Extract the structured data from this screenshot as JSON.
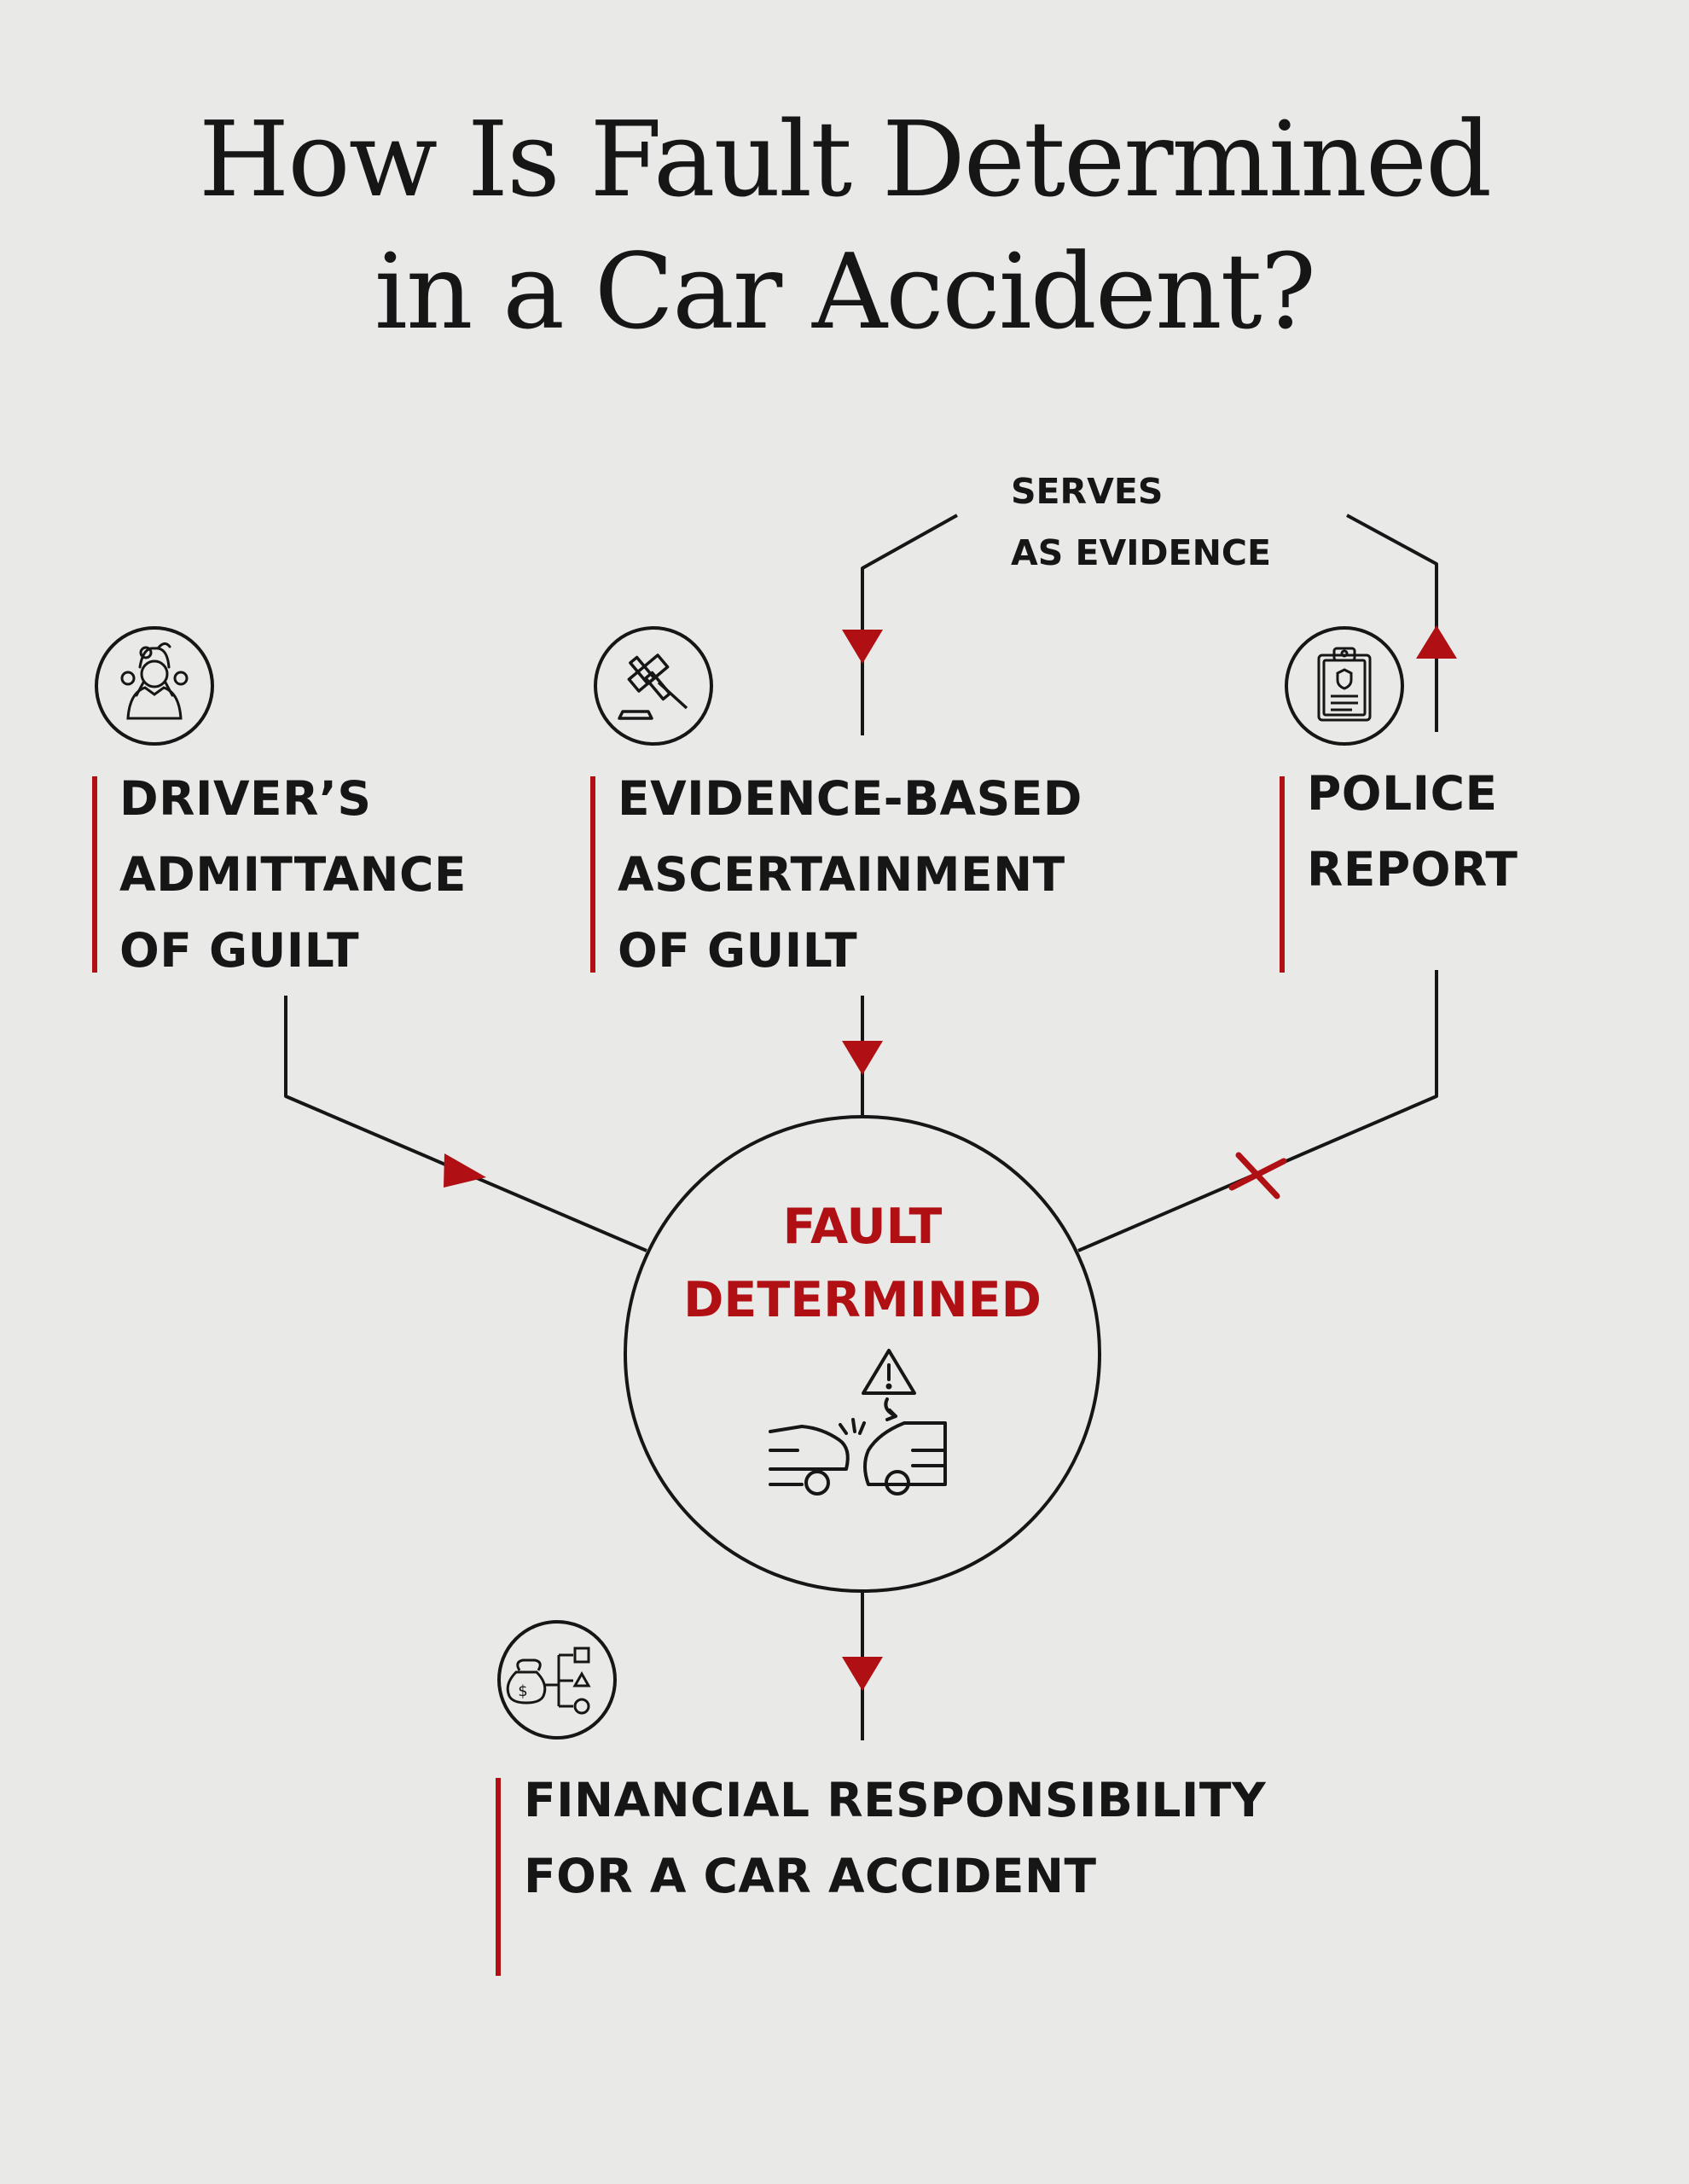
{
  "title": {
    "line1": "How Is Fault Determined",
    "line2": "in a Car Accident?"
  },
  "nodes": {
    "drivers_admittance": {
      "lines": [
        "DRIVER’S",
        "ADMITTANCE",
        "OF GUILT"
      ],
      "icon": "stressed-person-icon"
    },
    "evidence_based": {
      "lines": [
        "EVIDENCE-BASED",
        "ASCERTAINMENT",
        "OF GUILT"
      ],
      "icon": "gavel-icon"
    },
    "police_report": {
      "lines": [
        "POLICE",
        "REPORT"
      ],
      "icon": "police-report-clipboard-icon"
    },
    "fault_determined": {
      "lines": [
        "FAULT",
        "DETERMINED"
      ],
      "icon": "car-crash-warning-icon"
    },
    "financial_responsibility": {
      "lines": [
        "FINANCIAL RESPONSIBILITY",
        "FOR A CAR ACCIDENT"
      ],
      "icon": "money-bag-flowchart-icon"
    }
  },
  "connector_note": {
    "lines": [
      "SERVES",
      "AS EVIDENCE"
    ]
  },
  "colors": {
    "background": "#e9e9e8",
    "accent": "#b00f14",
    "ink": "#161616"
  }
}
